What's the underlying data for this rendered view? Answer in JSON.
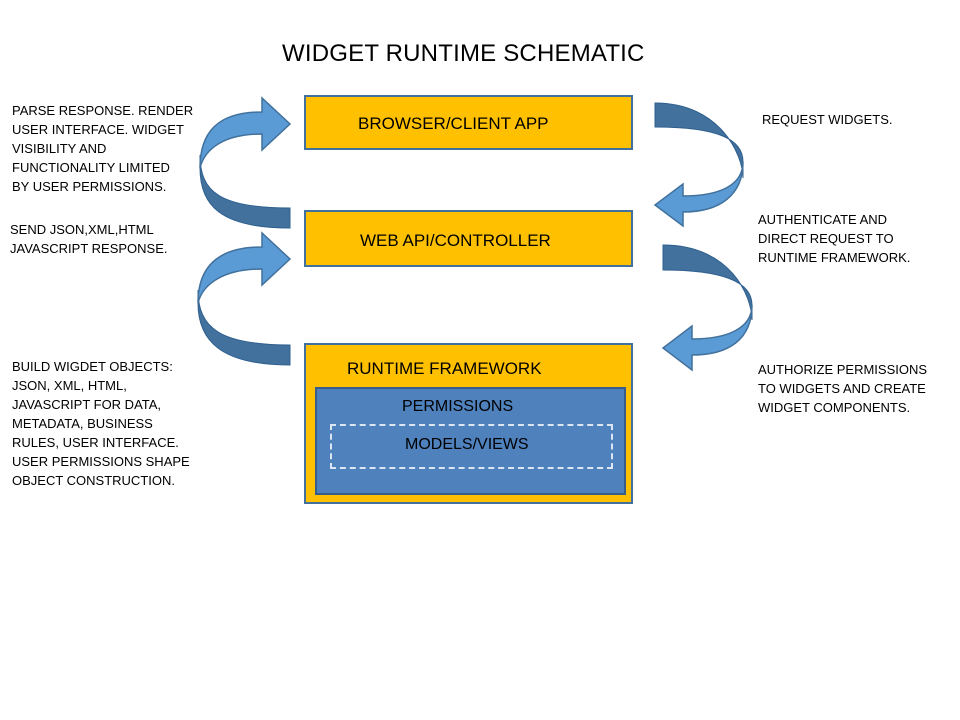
{
  "title": "WIDGET RUNTIME SCHEMATIC",
  "boxes": {
    "browser": "BROWSER/CLIENT  APP",
    "webapi": "WEB API/CONTROLLER",
    "runtime": "RUNTIME FRAMEWORK",
    "permissions": "PERMISSIONS",
    "models": "MODELS/VIEWS"
  },
  "notes": {
    "left_top": "PARSE RESPONSE.  RENDER\nUSER INTERFACE. WIDGET\nVISIBILITY AND\nFUNCTIONALITY LIMITED\nBY USER PERMISSIONS.",
    "left_middle": "SEND JSON,XML,HTML\nJAVASCRIPT RESPONSE.",
    "left_bottom": "BUILD WIGDET OBJECTS:\nJSON, XML,  HTML,\nJAVASCRIPT FOR DATA,\nMETADATA, BUSINESS\nRULES, USER INTERFACE.\nUSER PERMISSIONS SHAPE\nOBJECT CONSTRUCTION.",
    "right_top": "REQUEST WIDGETS.",
    "right_middle": "AUTHENTICATE AND\nDIRECT REQUEST TO\nRUNTIME FRAMEWORK.",
    "right_bottom": "AUTHORIZE PERMISSIONS\nTO WIDGETS AND CREATE\nWIDGET COMPONENTS."
  },
  "colors": {
    "box_fill": "#FFC000",
    "box_border": "#41719C",
    "inner_fill": "#4F81BD",
    "arrow_light": "#5B9BD5",
    "arrow_dark": "#41719C"
  }
}
